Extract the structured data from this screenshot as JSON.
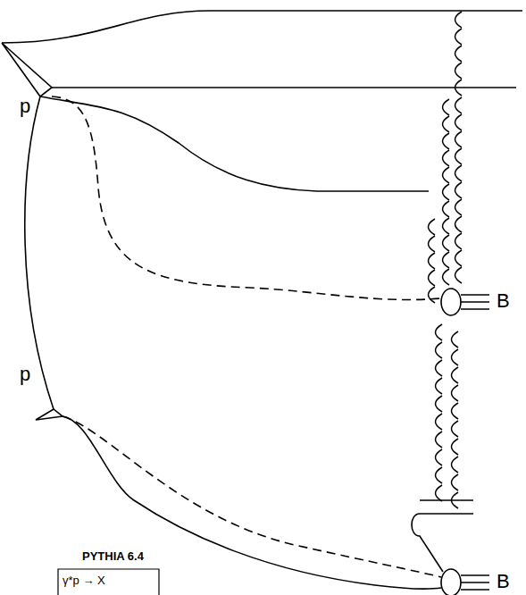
{
  "diagram": {
    "labels": [
      "p",
      "B",
      "p",
      "B",
      "PYTHIA 6.4",
      "γ*p → X"
    ]
  }
}
